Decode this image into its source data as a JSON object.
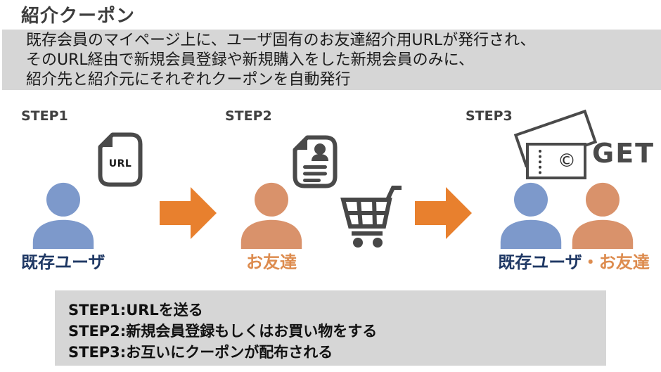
{
  "title": "紹介クーポン",
  "description": {
    "line1": "既存会員のマイページ上に、ユーザ固有のお友達紹介用URLが発行され、",
    "line2": "そのURL経由で新規会員登録や新規購入をした新規会員のみに、",
    "line3": "紹介先と紹介元にそれぞれクーポンを自動発行"
  },
  "steps": [
    {
      "label": "STEP1",
      "person_label": "既存ユーザ"
    },
    {
      "label": "STEP2",
      "person_label": "お友達"
    },
    {
      "label": "STEP3",
      "person_label_left": "既存ユーザ",
      "person_label_sep": "・",
      "person_label_right": "お友達"
    }
  ],
  "icons": {
    "url_doc_label": "URL",
    "coupon_symbol": "©",
    "get_label": "GET"
  },
  "summary_box": {
    "line1": "STEP1:URLを送る",
    "line2": "STEP2:新規会員登録もしくはお買い物をする",
    "line3": "STEP3:お互いにクーポンが配布される"
  },
  "colors": {
    "accent_orange": "#E8802E",
    "person_blue": "#7D99CB",
    "person_orange": "#D9926B",
    "label_navy": "#1F3864",
    "label_orange": "#DD8C4F",
    "icon_dark": "#4A4A4A",
    "box_gray": "#D6D6D6"
  }
}
